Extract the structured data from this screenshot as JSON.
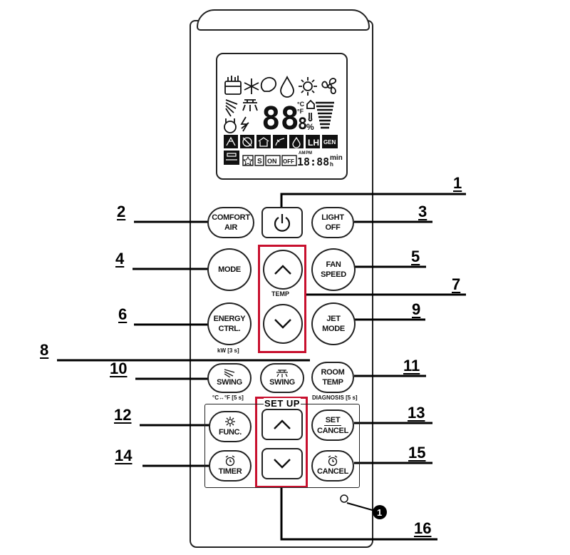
{
  "buttons": {
    "comfort_air": {
      "line1": "COMFORT",
      "line2": "AIR"
    },
    "power": {
      "icon": "power-icon"
    },
    "light_off": {
      "line1": "LIGHT",
      "line2": "OFF"
    },
    "mode": {
      "line1": "MODE"
    },
    "temp_label": "TEMP",
    "fan_speed": {
      "line1": "FAN",
      "line2": "SPEED"
    },
    "energy_ctrl": {
      "line1": "ENERGY",
      "line2": "CTRL.",
      "sub": "kW [3 s]"
    },
    "jet_mode": {
      "line1": "JET",
      "line2": "MODE"
    },
    "swing_vertical": {
      "line1": "SWING",
      "sub": "°C↔°F [5 s]"
    },
    "swing_horizontal": {
      "line1": "SWING"
    },
    "room_temp": {
      "line1": "ROOM",
      "line2": "TEMP",
      "sub": "DIAGNOSIS [5 s]"
    },
    "set_up_label": "SET UP",
    "func": {
      "line1": "FUNC."
    },
    "set_cancel": {
      "line1": "SET",
      "line2": "CANCEL"
    },
    "timer": {
      "line1": "TIMER"
    },
    "cancel": {
      "line1": "CANCEL"
    }
  },
  "lcd": {
    "temp_digits": "88",
    "temp_decimal": "8",
    "units": [
      "°C",
      "°F",
      "%"
    ],
    "clock": "18:88",
    "am": "AM",
    "pm": "PM",
    "min": "min",
    "h": "h",
    "indicators": [
      "S",
      "ON",
      "OFF",
      "LH",
      "GEN"
    ]
  },
  "callouts": [
    "1",
    "2",
    "3",
    "4",
    "5",
    "6",
    "7",
    "8",
    "9",
    "10",
    "11",
    "12",
    "13",
    "14",
    "15",
    "16"
  ],
  "sensor_marker": "1",
  "colors": {
    "highlight": "#c8102e",
    "ink": "#222222"
  }
}
